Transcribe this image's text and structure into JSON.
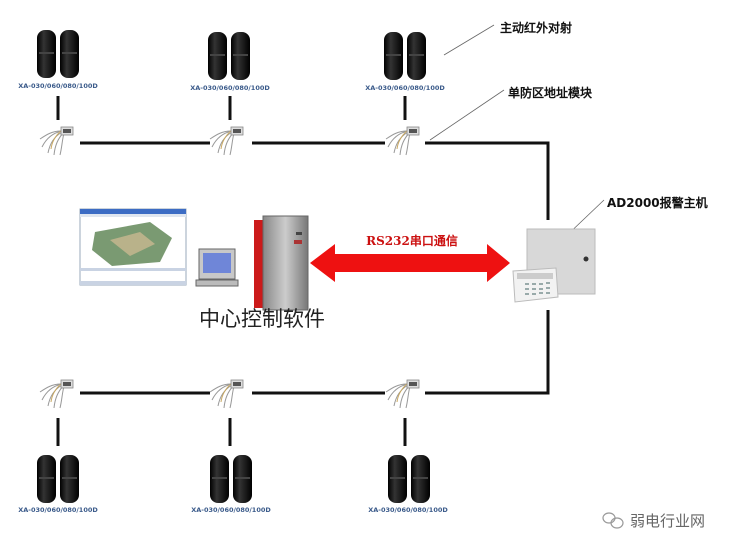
{
  "labels": {
    "detector": "主动红外对射",
    "module": "单防区地址模块",
    "host": "AD2000报警主机",
    "link": "RS232串口通信",
    "center": "中心控制软件",
    "watermark": "弱电行业网"
  },
  "detector_model": "XA-030/060/080/100D",
  "colors": {
    "wire": "#111111",
    "arrow": "#ee1111",
    "link_text": "#cc1111"
  }
}
